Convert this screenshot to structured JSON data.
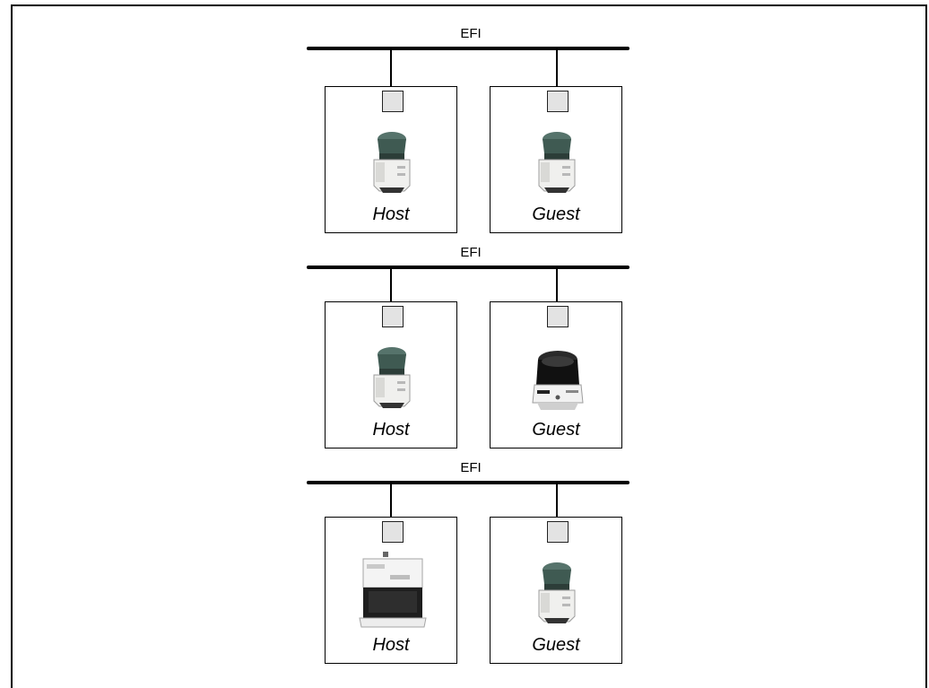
{
  "configurations": [
    {
      "bus_label": "EFI",
      "devices": [
        {
          "role": "Host",
          "scanner_icon": "compact-scanner-icon"
        },
        {
          "role": "Guest",
          "scanner_icon": "compact-scanner-icon"
        }
      ]
    },
    {
      "bus_label": "EFI",
      "devices": [
        {
          "role": "Host",
          "scanner_icon": "compact-scanner-icon"
        },
        {
          "role": "Guest",
          "scanner_icon": "black-dome-scanner-icon"
        }
      ]
    },
    {
      "bus_label": "EFI",
      "devices": [
        {
          "role": "Host",
          "scanner_icon": "large-white-scanner-icon"
        },
        {
          "role": "Guest",
          "scanner_icon": "compact-scanner-icon"
        }
      ]
    }
  ],
  "colors": {
    "line": "#000000",
    "connector_fill": "#e3e3e3",
    "scanner_teal": "#3f5a52",
    "scanner_white": "#f0f0ee"
  }
}
